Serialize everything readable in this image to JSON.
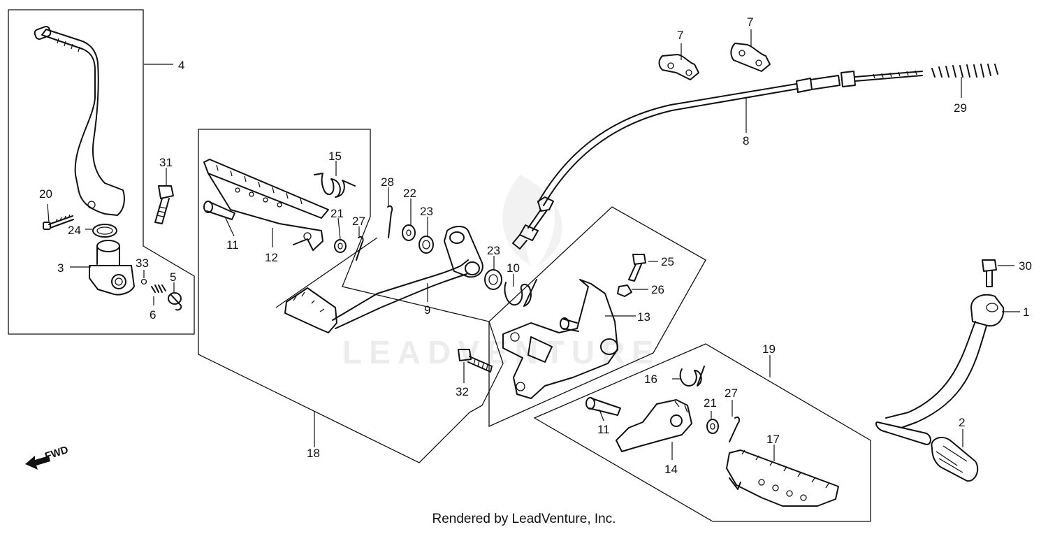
{
  "callouts": {
    "c1": "1",
    "c2": "2",
    "c3": "3",
    "c4": "4",
    "c5": "5",
    "c6": "6",
    "c7a": "7",
    "c7b": "7",
    "c8": "8",
    "c9": "9",
    "c10": "10",
    "c11a": "11",
    "c11b": "11",
    "c12": "12",
    "c13": "13",
    "c14": "14",
    "c15": "15",
    "c16": "16",
    "c17": "17",
    "c18": "18",
    "c19": "19",
    "c20": "20",
    "c21a": "21",
    "c21b": "21",
    "c22": "22",
    "c23a": "23",
    "c23b": "23",
    "c24": "24",
    "c25": "25",
    "c26": "26",
    "c27a": "27",
    "c27b": "27",
    "c28": "28",
    "c29": "29",
    "c30": "30",
    "c31": "31",
    "c32": "32",
    "c33": "33"
  },
  "direction_marker": "FWD",
  "watermark": "LEADVENTURE",
  "footer": "Rendered by LeadVenture, Inc."
}
